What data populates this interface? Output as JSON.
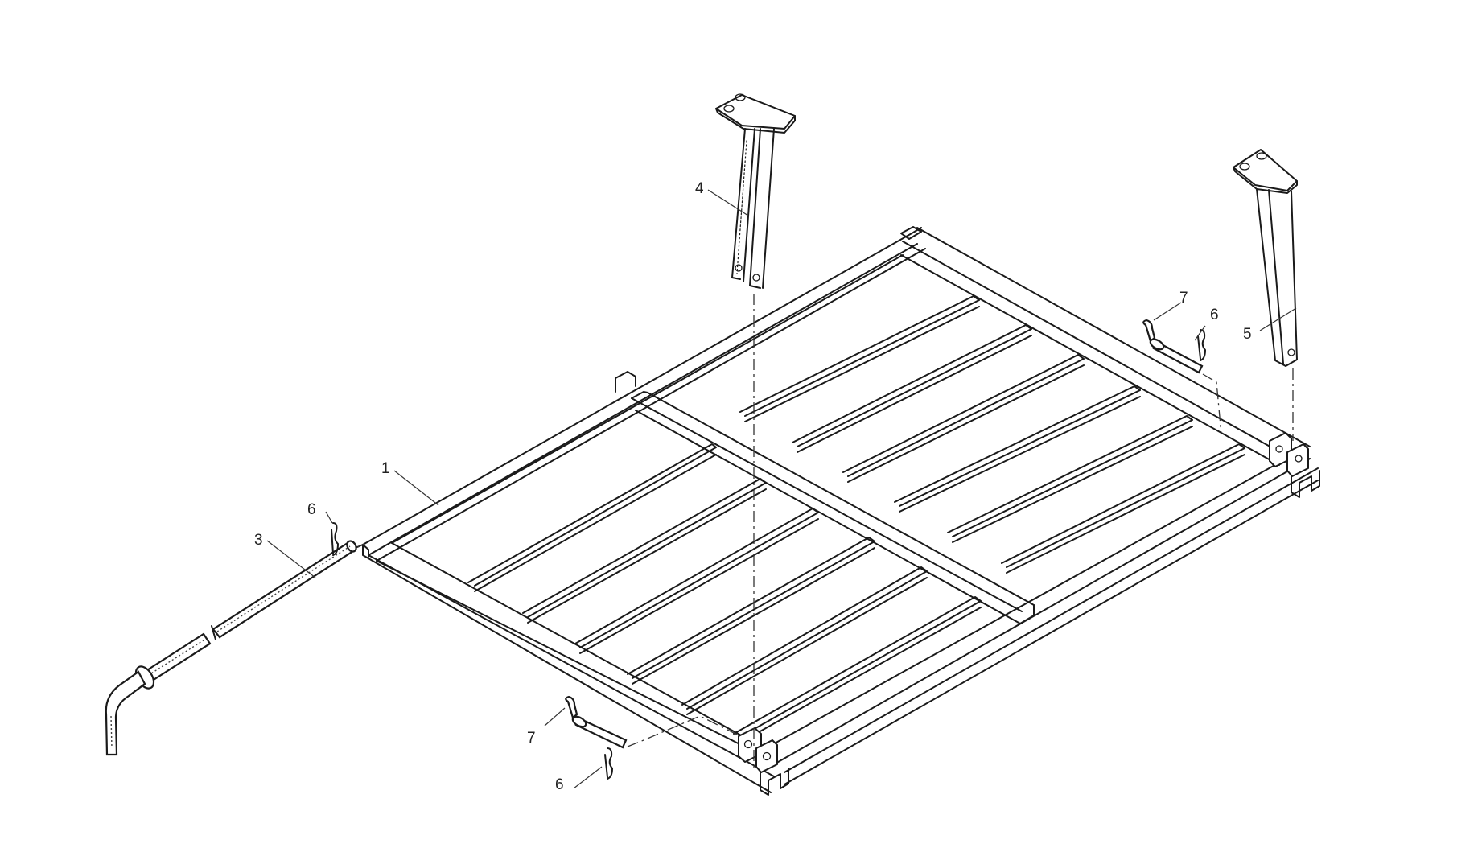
{
  "diagram": {
    "type": "exploded-parts-view",
    "subject": "Slatted platform frame with support brackets and pins",
    "background": "#ffffff",
    "line_color": "#1a1a1a"
  },
  "callouts": [
    {
      "id": "c1",
      "label": "1",
      "part": "frame"
    },
    {
      "id": "c3",
      "label": "3",
      "part": "handle-rod"
    },
    {
      "id": "c4",
      "label": "4",
      "part": "front-support-bracket"
    },
    {
      "id": "c5",
      "label": "5",
      "part": "rear-support-bracket"
    },
    {
      "id": "c6a",
      "label": "6",
      "part": "r-clip-left"
    },
    {
      "id": "c6b",
      "label": "6",
      "part": "r-clip-right"
    },
    {
      "id": "c6c",
      "label": "6",
      "part": "r-clip-bottom"
    },
    {
      "id": "c7a",
      "label": "7",
      "part": "l-pin-right"
    },
    {
      "id": "c7b",
      "label": "7",
      "part": "l-pin-bottom"
    }
  ],
  "labels": {
    "c1": "1",
    "c3": "3",
    "c4": "4",
    "c5": "5",
    "c6a": "6",
    "c6b": "6",
    "c6c": "6",
    "c7a": "7",
    "c7b": "7"
  }
}
